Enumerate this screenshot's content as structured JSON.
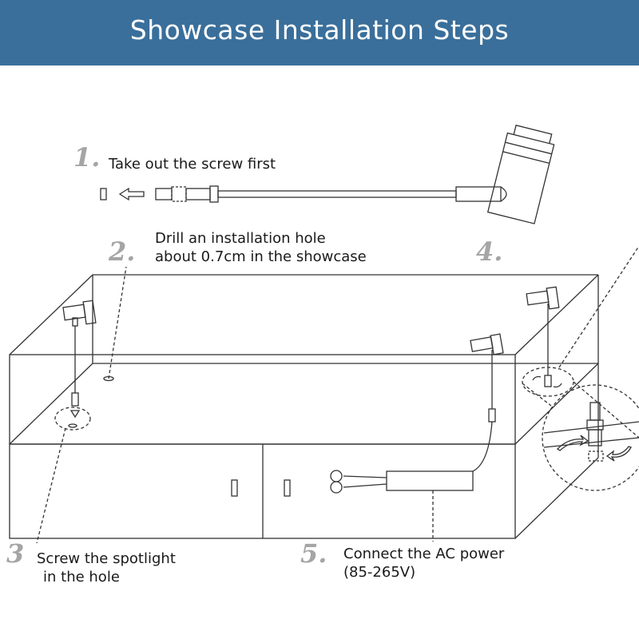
{
  "title": "Showcase Installation Steps",
  "steps": [
    {
      "number": "1.",
      "text": "Take out the screw first"
    },
    {
      "number": "2.",
      "line1": "Drill an installation hole",
      "line2": "about 0.7cm in the showcase"
    },
    {
      "number": "3",
      "line1": "Screw the spotlight",
      "line2": "in the hole"
    },
    {
      "number": "4.",
      "text": ""
    },
    {
      "number": "5.",
      "line1": "Connect the AC power",
      "line2": "(85-265V)"
    }
  ],
  "colors": {
    "banner": "#3a6f9b",
    "step_number": "#a5a5a5",
    "line_art": "#333333"
  }
}
